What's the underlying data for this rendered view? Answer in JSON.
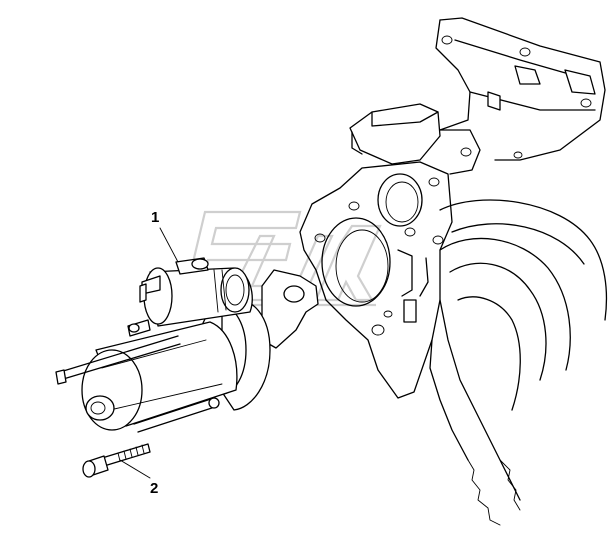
{
  "callouts": [
    {
      "id": "starter-motor",
      "label": "1"
    },
    {
      "id": "mounting-bolt",
      "label": "2"
    }
  ],
  "colors": {
    "line": "#000000",
    "background": "#ffffff",
    "watermark": "#cfcfcf"
  },
  "icons": {
    "watermark": "logo-watermark-icon"
  }
}
